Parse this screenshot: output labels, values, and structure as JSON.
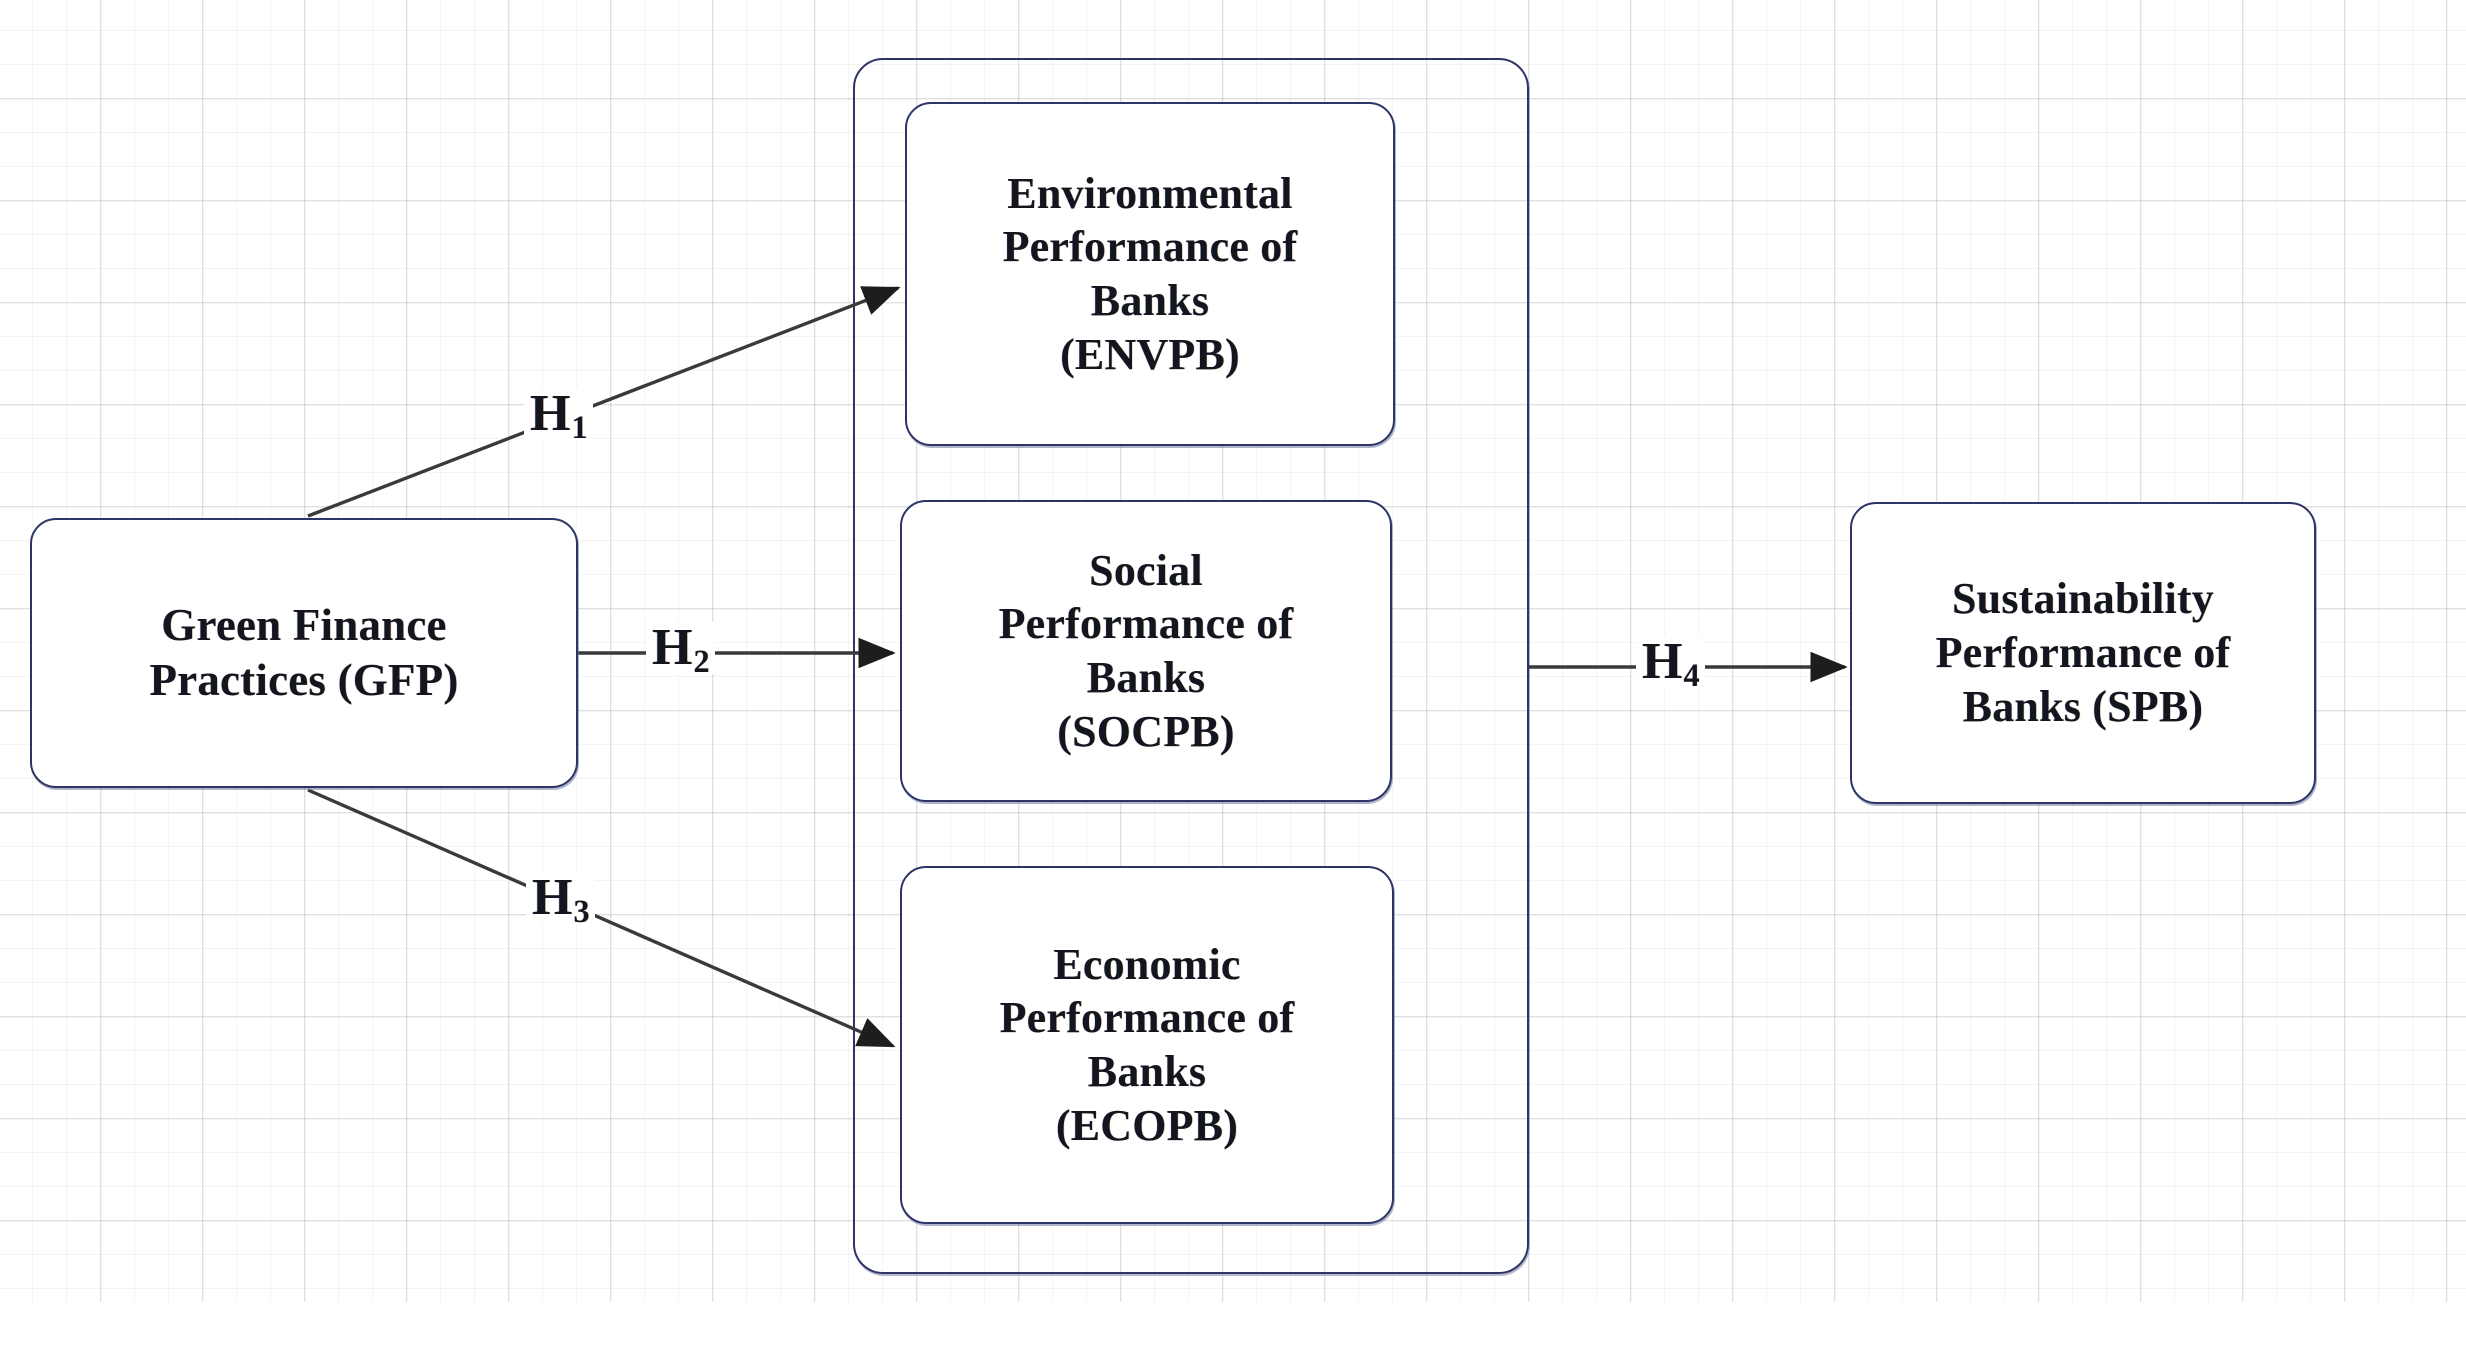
{
  "diagram": {
    "title": "Green Finance Practices and Sustainability Performance of Banks conceptual framework",
    "background": "graph-paper-grid",
    "colors": {
      "box_border": "#2c3566",
      "box_shadow": "#6e76a0",
      "text": "#14161f",
      "connector": "#3a3a3a",
      "grid_line": "#ececec",
      "canvas": "#ffffff"
    },
    "nodes": {
      "gfp": {
        "id": "GFP",
        "lines": [
          "Green Finance",
          "Practices (GFP)"
        ],
        "label": "Green Finance Practices (GFP)",
        "role": "independent-variable"
      },
      "envpb": {
        "id": "ENVPB",
        "lines": [
          "Environmental",
          "Performance of",
          "Banks",
          "(ENVPB)"
        ],
        "label": "Environmental Performance of Banks (ENVPB)",
        "role": "mediator"
      },
      "socpb": {
        "id": "SOCPB",
        "lines": [
          "Social",
          "Performance of",
          "Banks",
          "(SOCPB)"
        ],
        "label": "Social Performance of Banks (SOCPB)",
        "role": "mediator"
      },
      "ecopb": {
        "id": "ECOPB",
        "lines": [
          "Economic",
          "Performance of",
          "Banks",
          "(ECOPB)"
        ],
        "label": "Economic Performance of Banks (ECOPB)",
        "role": "mediator"
      },
      "spb": {
        "id": "SPB",
        "lines": [
          "Sustainability",
          "Performance of",
          "Banks (SPB)"
        ],
        "label": "Sustainability Performance of Banks (SPB)",
        "role": "dependent-variable"
      }
    },
    "group": {
      "label": "",
      "members": [
        "ENVPB",
        "SOCPB",
        "ECOPB"
      ]
    },
    "hypotheses": [
      {
        "key": "H1",
        "base": "H",
        "sub": "1",
        "from": "GFP",
        "to": "ENVPB",
        "arrow": "diagonal-up-right"
      },
      {
        "key": "H2",
        "base": "H",
        "sub": "2",
        "from": "GFP",
        "to": "SOCPB",
        "arrow": "horizontal-right"
      },
      {
        "key": "H3",
        "base": "H",
        "sub": "3",
        "from": "GFP",
        "to": "ECOPB",
        "arrow": "diagonal-down-right"
      },
      {
        "key": "H4",
        "base": "H",
        "sub": "4",
        "from": "GROUP",
        "to": "SPB",
        "arrow": "horizontal-right"
      }
    ]
  }
}
